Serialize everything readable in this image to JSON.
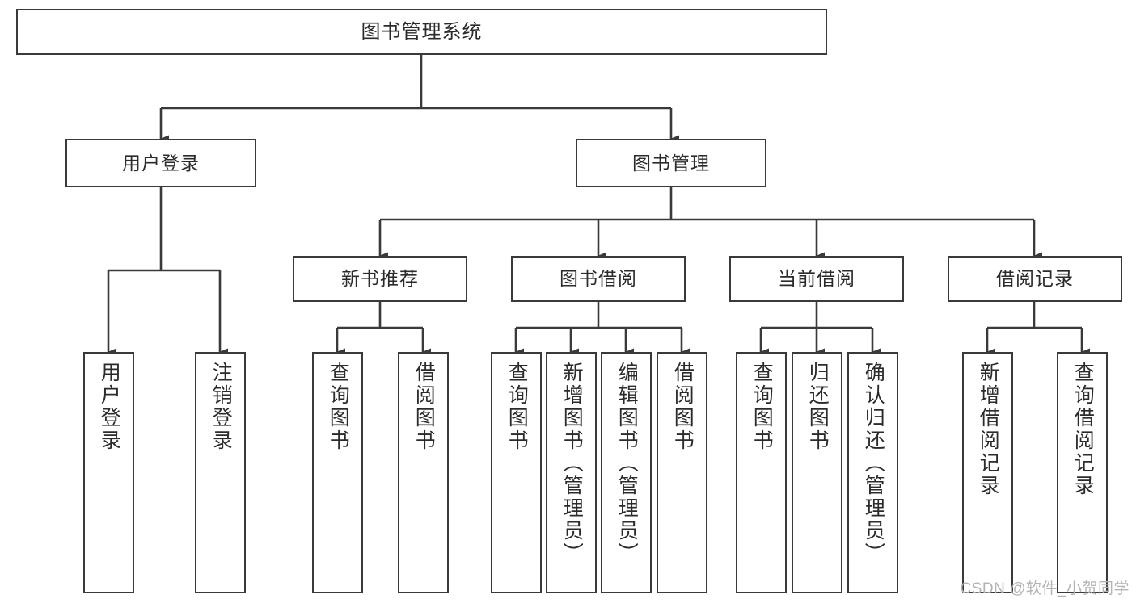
{
  "diagram": {
    "title": "图书管理系统",
    "watermark": "CSDN @软件_小贺同学",
    "colors": {
      "box_border": "#3a3a3a",
      "box_fill": "#ffffff",
      "edge": "#3a3a3a",
      "text": "#2b2b2b",
      "watermark": "#b4b4b4",
      "background": "#ffffff"
    },
    "nodes": {
      "root": {
        "label": "图书管理系统"
      },
      "level2": [
        {
          "id": "user-login",
          "label": "用户登录"
        },
        {
          "id": "book-manage",
          "label": "图书管理"
        }
      ],
      "level3": [
        {
          "id": "new-book-rec",
          "label": "新书推荐"
        },
        {
          "id": "book-borrow",
          "label": "图书借阅"
        },
        {
          "id": "current-borrow",
          "label": "当前借阅"
        },
        {
          "id": "borrow-record",
          "label": "借阅记录"
        }
      ],
      "leaves": {
        "user_login": [
          {
            "id": "leaf-user-login",
            "label": "用户登录"
          },
          {
            "id": "leaf-logout-login",
            "label": "注销登录"
          }
        ],
        "new_book_rec": [
          {
            "id": "leaf-query-book-1",
            "label": "查询图书"
          },
          {
            "id": "leaf-borrow-book-1",
            "label": "借阅图书"
          }
        ],
        "book_borrow": [
          {
            "id": "leaf-query-book-2",
            "label": "查询图书"
          },
          {
            "id": "leaf-add-book",
            "label": "新增图书（管理员）"
          },
          {
            "id": "leaf-edit-book",
            "label": "编辑图书（管理员）"
          },
          {
            "id": "leaf-borrow-book-2",
            "label": "借阅图书"
          }
        ],
        "current_borrow": [
          {
            "id": "leaf-query-book-3",
            "label": "查询图书"
          },
          {
            "id": "leaf-return-book",
            "label": "归还图书"
          },
          {
            "id": "leaf-confirm-return",
            "label": "确认归还（管理员）"
          }
        ],
        "borrow_record": [
          {
            "id": "leaf-add-record",
            "label": "新增借阅记录"
          },
          {
            "id": "leaf-query-record",
            "label": "查询借阅记录"
          }
        ]
      }
    }
  }
}
